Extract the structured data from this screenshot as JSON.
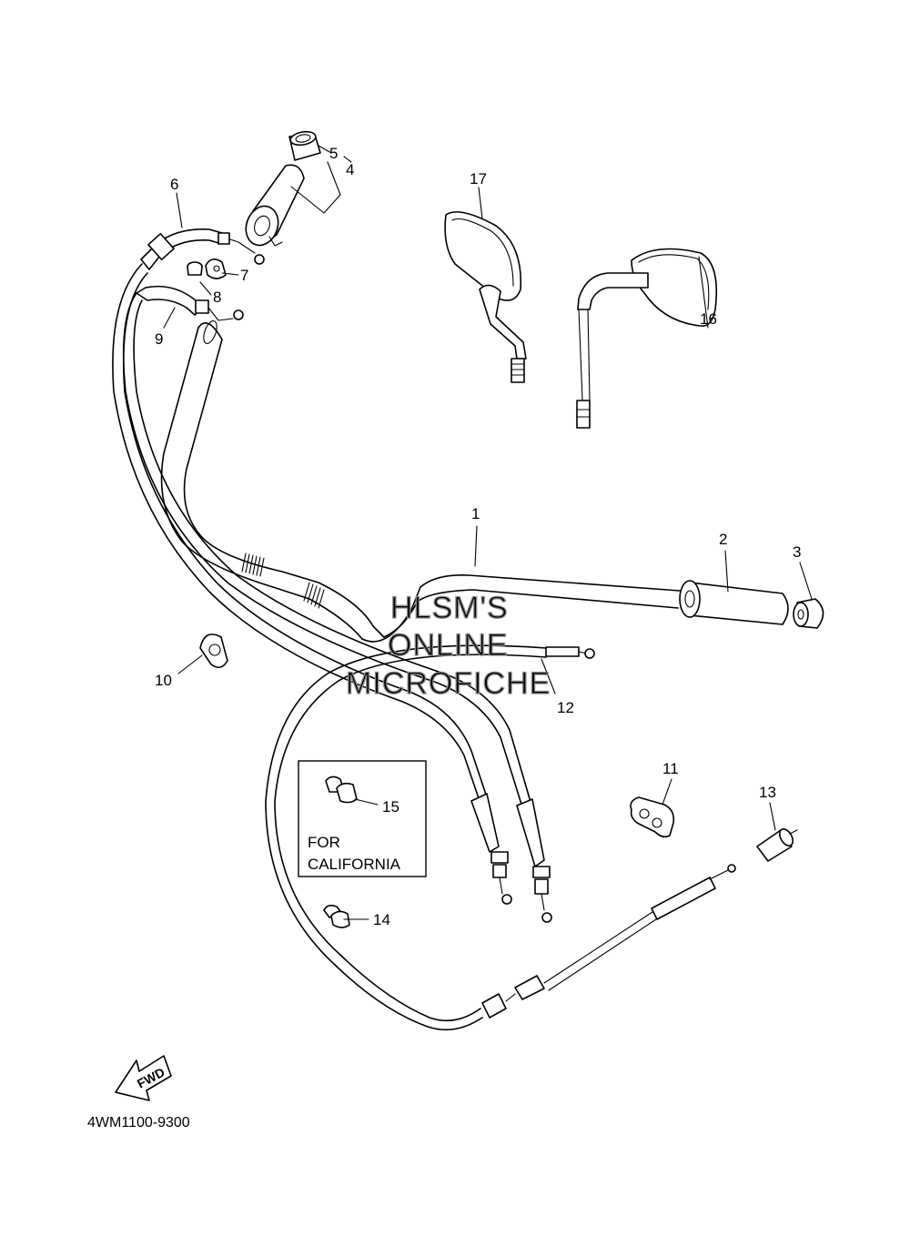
{
  "diagram_code": "4WM1100-9300",
  "california_note": [
    "FOR",
    "CALIFORNIA"
  ],
  "forward_arrow_label": "FWD",
  "watermark_lines": [
    "HLSM'S",
    "ONLINE",
    "MICROFICHE"
  ],
  "part_numbers": {
    "p1": "1",
    "p2": "2",
    "p3": "3",
    "p4": "4",
    "p5": "5",
    "p6": "6",
    "p7": "7",
    "p8": "8",
    "p9": "9",
    "p10": "10",
    "p11": "11",
    "p12": "12",
    "p13": "13",
    "p14": "14",
    "p15": "15",
    "p16": "16",
    "p17": "17"
  }
}
